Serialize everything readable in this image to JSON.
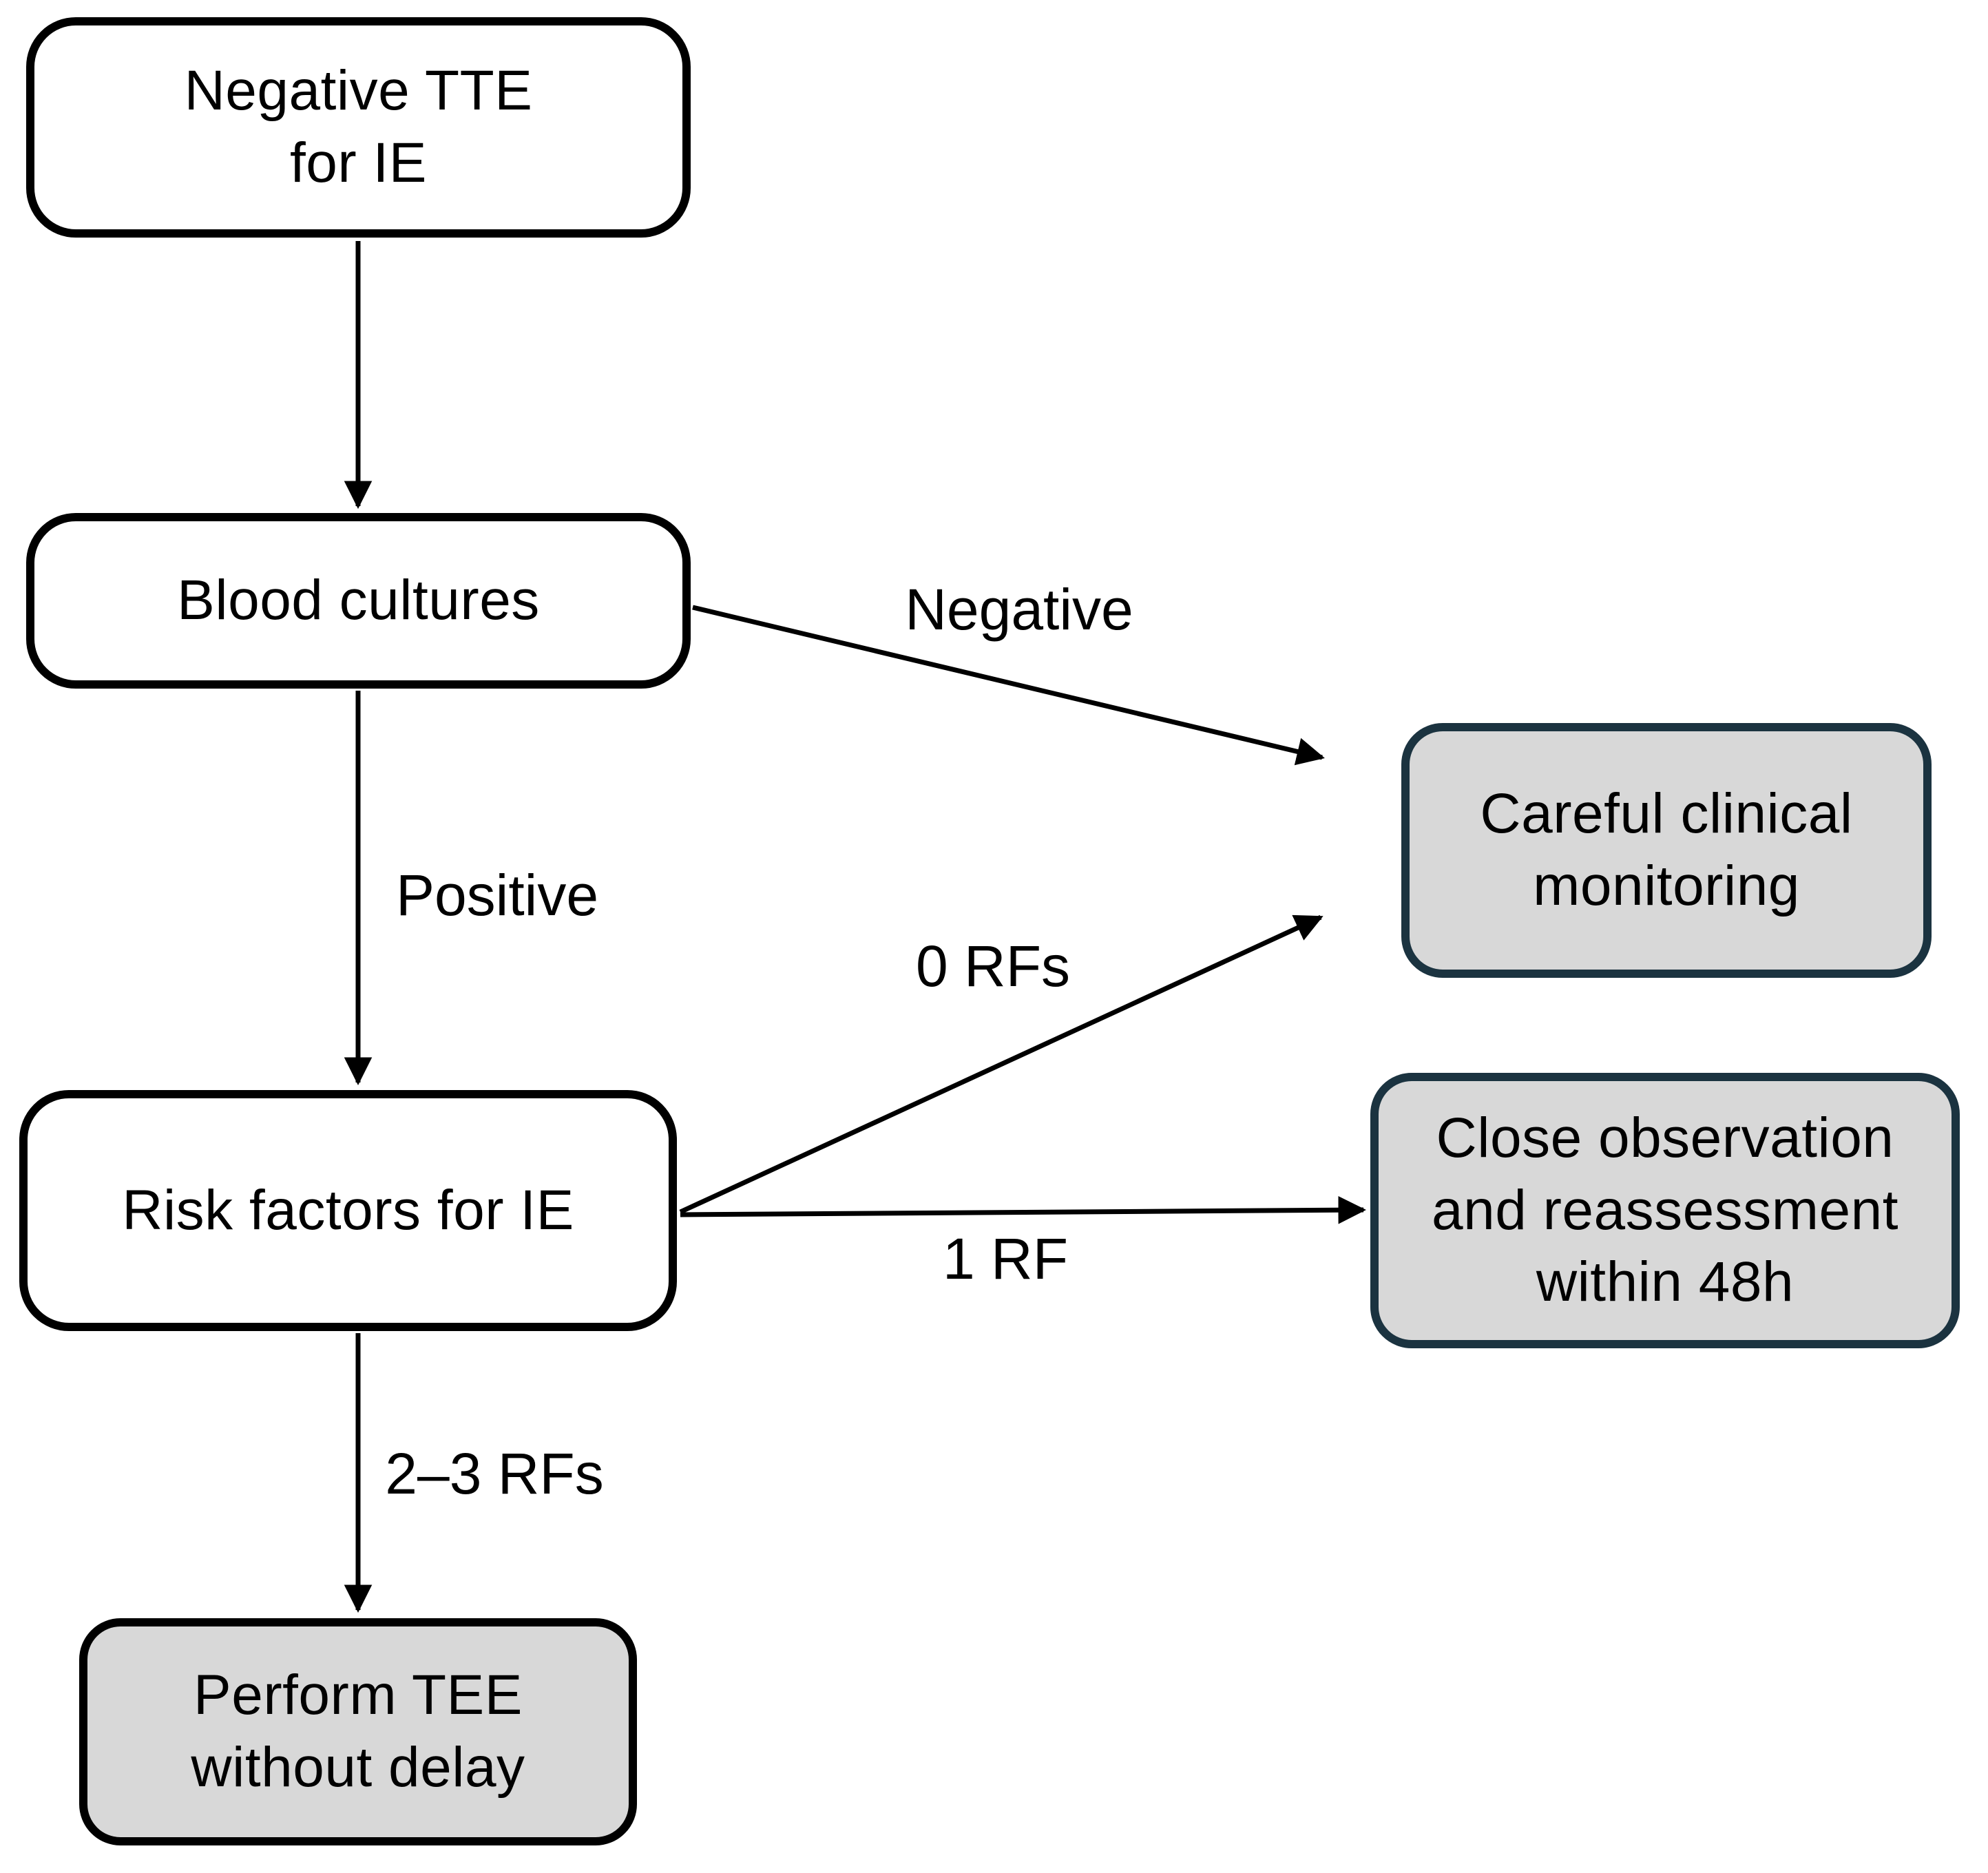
{
  "diagram": {
    "type": "flowchart",
    "nodes": [
      {
        "id": "negative-tte",
        "label": "Negative TTE\nfor IE",
        "fill": "#ffffff",
        "border": "#000000"
      },
      {
        "id": "blood-cultures",
        "label": "Blood cultures",
        "fill": "#ffffff",
        "border": "#000000"
      },
      {
        "id": "risk-factors",
        "label": "Risk factors for IE",
        "fill": "#ffffff",
        "border": "#000000"
      },
      {
        "id": "careful-monitoring",
        "label": "Careful clinical\nmonitoring",
        "fill": "#d8d8d8",
        "border": "#1b3340"
      },
      {
        "id": "close-observation",
        "label": "Close observation\nand reassessment\nwithin 48h",
        "fill": "#d8d8d8",
        "border": "#1b3340"
      },
      {
        "id": "perform-tee",
        "label": "Perform TEE\nwithout delay",
        "fill": "#d8d8d8",
        "border": "#000000"
      }
    ],
    "edges": [
      {
        "from": "negative-tte",
        "to": "blood-cultures",
        "label": ""
      },
      {
        "from": "blood-cultures",
        "to": "careful-monitoring",
        "label": "Negative"
      },
      {
        "from": "blood-cultures",
        "to": "risk-factors",
        "label": "Positive"
      },
      {
        "from": "risk-factors",
        "to": "careful-monitoring",
        "label": "0 RFs"
      },
      {
        "from": "risk-factors",
        "to": "close-observation",
        "label": "1 RF"
      },
      {
        "from": "risk-factors",
        "to": "perform-tee",
        "label": "2–3 RFs"
      }
    ],
    "colors": {
      "background": "#ffffff",
      "node_fill_white": "#ffffff",
      "node_fill_gray": "#d8d8d8",
      "node_border_black": "#000000",
      "node_border_navy": "#1b3340",
      "arrow": "#000000",
      "text": "#000000"
    }
  }
}
